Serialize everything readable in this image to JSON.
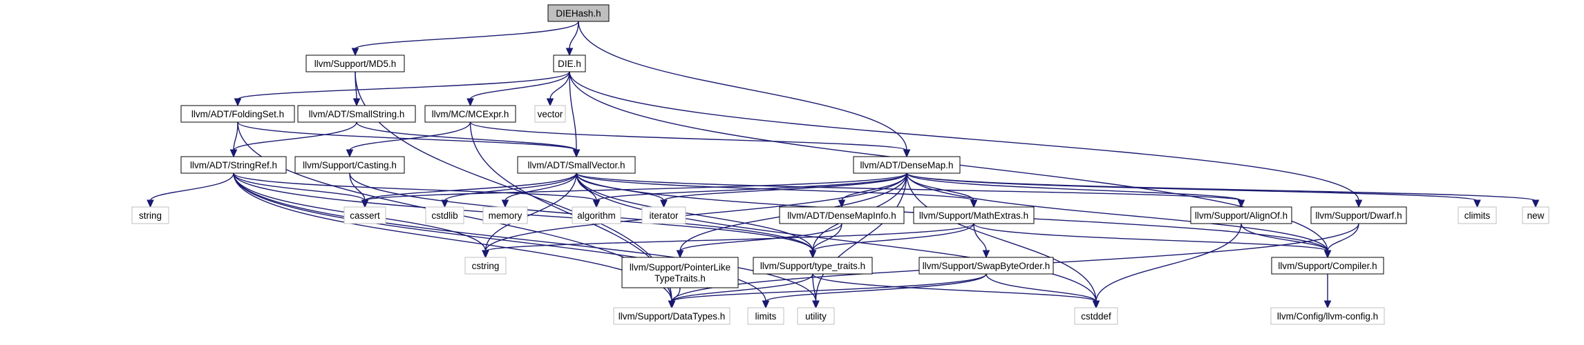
{
  "diagram": {
    "nodes": [
      {
        "id": "diehash",
        "kind": "main",
        "lines": [
          "DIEHash.h"
        ]
      },
      {
        "id": "md5",
        "kind": "file",
        "lines": [
          "llvm/Support/MD5.h"
        ]
      },
      {
        "id": "die",
        "kind": "file",
        "lines": [
          "DIE.h"
        ]
      },
      {
        "id": "vector",
        "kind": "sys",
        "lines": [
          "vector"
        ]
      },
      {
        "id": "foldingset",
        "kind": "file",
        "lines": [
          "llvm/ADT/FoldingSet.h"
        ]
      },
      {
        "id": "smallstring",
        "kind": "file",
        "lines": [
          "llvm/ADT/SmallString.h"
        ]
      },
      {
        "id": "mcexpr",
        "kind": "file",
        "lines": [
          "llvm/MC/MCExpr.h"
        ]
      },
      {
        "id": "stringref",
        "kind": "file",
        "lines": [
          "llvm/ADT/StringRef.h"
        ]
      },
      {
        "id": "casting",
        "kind": "file",
        "lines": [
          "llvm/Support/Casting.h"
        ]
      },
      {
        "id": "smallvector",
        "kind": "file",
        "lines": [
          "llvm/ADT/SmallVector.h"
        ]
      },
      {
        "id": "densemap",
        "kind": "file",
        "lines": [
          "llvm/ADT/DenseMap.h"
        ]
      },
      {
        "id": "string",
        "kind": "sys",
        "lines": [
          "string"
        ]
      },
      {
        "id": "cassert",
        "kind": "sys",
        "lines": [
          "cassert"
        ]
      },
      {
        "id": "cstdlib",
        "kind": "sys",
        "lines": [
          "cstdlib"
        ]
      },
      {
        "id": "memory",
        "kind": "sys",
        "lines": [
          "memory"
        ]
      },
      {
        "id": "algorithm",
        "kind": "sys",
        "lines": [
          "algorithm"
        ]
      },
      {
        "id": "iterator",
        "kind": "sys",
        "lines": [
          "iterator"
        ]
      },
      {
        "id": "densemapinfo",
        "kind": "file",
        "lines": [
          "llvm/ADT/DenseMapInfo.h"
        ]
      },
      {
        "id": "mathextras",
        "kind": "file",
        "lines": [
          "llvm/Support/MathExtras.h"
        ]
      },
      {
        "id": "alignof",
        "kind": "file",
        "lines": [
          "llvm/Support/AlignOf.h"
        ]
      },
      {
        "id": "dwarf",
        "kind": "file",
        "lines": [
          "llvm/Support/Dwarf.h"
        ]
      },
      {
        "id": "climits",
        "kind": "sys",
        "lines": [
          "climits"
        ]
      },
      {
        "id": "new",
        "kind": "sys",
        "lines": [
          "new"
        ]
      },
      {
        "id": "cstring",
        "kind": "sys",
        "lines": [
          "cstring"
        ]
      },
      {
        "id": "pointerlike",
        "kind": "file",
        "lines": [
          "llvm/Support/PointerLike",
          "TypeTraits.h"
        ]
      },
      {
        "id": "typetraits",
        "kind": "file",
        "lines": [
          "llvm/Support/type_traits.h"
        ]
      },
      {
        "id": "swapbyteorder",
        "kind": "file",
        "lines": [
          "llvm/Support/SwapByteOrder.h"
        ]
      },
      {
        "id": "compiler",
        "kind": "file",
        "lines": [
          "llvm/Support/Compiler.h"
        ]
      },
      {
        "id": "datatypes",
        "kind": "sys",
        "lines": [
          "llvm/Support/DataTypes.h"
        ]
      },
      {
        "id": "limits",
        "kind": "sys",
        "lines": [
          "limits"
        ]
      },
      {
        "id": "utility",
        "kind": "sys",
        "lines": [
          "utility"
        ]
      },
      {
        "id": "cstddef",
        "kind": "sys",
        "lines": [
          "cstddef"
        ]
      },
      {
        "id": "llvmconfig",
        "kind": "sys",
        "lines": [
          "llvm/Config/llvm-config.h"
        ]
      }
    ],
    "edges": [
      {
        "from": "diehash",
        "to": "md5"
      },
      {
        "from": "diehash",
        "to": "die"
      },
      {
        "from": "diehash",
        "to": "densemap"
      },
      {
        "from": "md5",
        "to": "smallstring"
      },
      {
        "from": "md5",
        "to": "datatypes"
      },
      {
        "from": "die",
        "to": "vector"
      },
      {
        "from": "die",
        "to": "foldingset"
      },
      {
        "from": "die",
        "to": "mcexpr"
      },
      {
        "from": "die",
        "to": "smallvector"
      },
      {
        "from": "die",
        "to": "dwarf"
      },
      {
        "from": "die",
        "to": "compiler"
      },
      {
        "from": "foldingset",
        "to": "stringref"
      },
      {
        "from": "foldingset",
        "to": "smallvector"
      },
      {
        "from": "foldingset",
        "to": "datatypes"
      },
      {
        "from": "smallstring",
        "to": "stringref"
      },
      {
        "from": "smallstring",
        "to": "smallvector"
      },
      {
        "from": "mcexpr",
        "to": "casting"
      },
      {
        "from": "mcexpr",
        "to": "densemap"
      },
      {
        "from": "mcexpr",
        "to": "datatypes"
      },
      {
        "from": "stringref",
        "to": "string"
      },
      {
        "from": "stringref",
        "to": "cassert"
      },
      {
        "from": "stringref",
        "to": "algorithm"
      },
      {
        "from": "stringref",
        "to": "cstring"
      },
      {
        "from": "stringref",
        "to": "typetraits"
      },
      {
        "from": "stringref",
        "to": "limits"
      },
      {
        "from": "stringref",
        "to": "utility"
      },
      {
        "from": "stringref",
        "to": "datatypes"
      },
      {
        "from": "casting",
        "to": "cassert"
      },
      {
        "from": "casting",
        "to": "typetraits"
      },
      {
        "from": "smallvector",
        "to": "cassert"
      },
      {
        "from": "smallvector",
        "to": "cstdlib"
      },
      {
        "from": "smallvector",
        "to": "memory"
      },
      {
        "from": "smallvector",
        "to": "algorithm"
      },
      {
        "from": "smallvector",
        "to": "iterator"
      },
      {
        "from": "smallvector",
        "to": "cstring"
      },
      {
        "from": "smallvector",
        "to": "typetraits"
      },
      {
        "from": "smallvector",
        "to": "mathextras"
      },
      {
        "from": "smallvector",
        "to": "alignof"
      },
      {
        "from": "smallvector",
        "to": "compiler"
      },
      {
        "from": "smallvector",
        "to": "cstddef"
      },
      {
        "from": "densemap",
        "to": "cassert"
      },
      {
        "from": "densemap",
        "to": "algorithm"
      },
      {
        "from": "densemap",
        "to": "iterator"
      },
      {
        "from": "densemap",
        "to": "densemapinfo"
      },
      {
        "from": "densemap",
        "to": "mathextras"
      },
      {
        "from": "densemap",
        "to": "alignof"
      },
      {
        "from": "densemap",
        "to": "climits"
      },
      {
        "from": "densemap",
        "to": "new"
      },
      {
        "from": "densemap",
        "to": "cstring"
      },
      {
        "from": "densemap",
        "to": "pointerlike"
      },
      {
        "from": "densemap",
        "to": "typetraits"
      },
      {
        "from": "densemap",
        "to": "compiler"
      },
      {
        "from": "densemap",
        "to": "utility"
      },
      {
        "from": "densemap",
        "to": "cstddef"
      },
      {
        "from": "densemapinfo",
        "to": "pointerlike"
      },
      {
        "from": "densemapinfo",
        "to": "typetraits"
      },
      {
        "from": "mathextras",
        "to": "cstring"
      },
      {
        "from": "mathextras",
        "to": "typetraits"
      },
      {
        "from": "mathextras",
        "to": "swapbyteorder"
      },
      {
        "from": "mathextras",
        "to": "compiler"
      },
      {
        "from": "alignof",
        "to": "compiler"
      },
      {
        "from": "alignof",
        "to": "cstddef"
      },
      {
        "from": "dwarf",
        "to": "compiler"
      },
      {
        "from": "dwarf",
        "to": "datatypes"
      },
      {
        "from": "pointerlike",
        "to": "datatypes"
      },
      {
        "from": "typetraits",
        "to": "datatypes"
      },
      {
        "from": "typetraits",
        "to": "utility"
      },
      {
        "from": "typetraits",
        "to": "cstddef"
      },
      {
        "from": "swapbyteorder",
        "to": "datatypes"
      },
      {
        "from": "swapbyteorder",
        "to": "limits"
      },
      {
        "from": "swapbyteorder",
        "to": "cstddef"
      },
      {
        "from": "compiler",
        "to": "llvmconfig"
      }
    ]
  }
}
